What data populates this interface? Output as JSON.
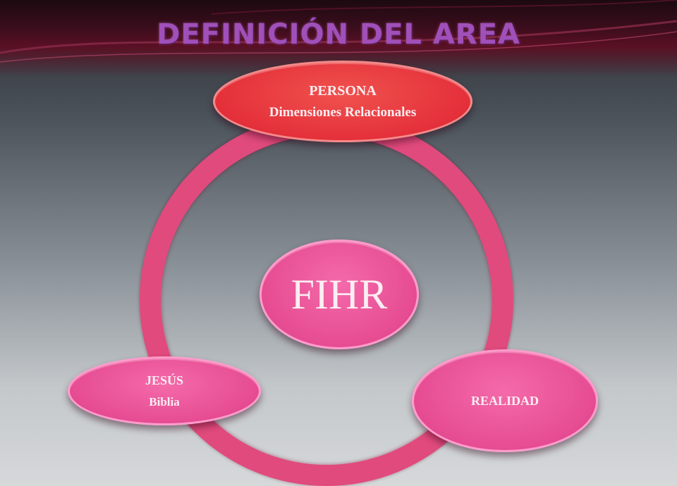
{
  "slide": {
    "title": "DEFINICIÓN DEL AREA"
  },
  "diagram": {
    "top_node": {
      "line1": "PERSONA",
      "line2": "Dimensiones Relacionales"
    },
    "center_node": {
      "label": "FIHR"
    },
    "left_node": {
      "line1": "JESÚS",
      "line2": "Biblia"
    },
    "right_node": {
      "label": "REALIDAD"
    }
  },
  "colors": {
    "ring": "#e04a7c",
    "top_node_fill": "#e4303a",
    "node_fill": "#e64c92",
    "title": "#a050b8"
  }
}
